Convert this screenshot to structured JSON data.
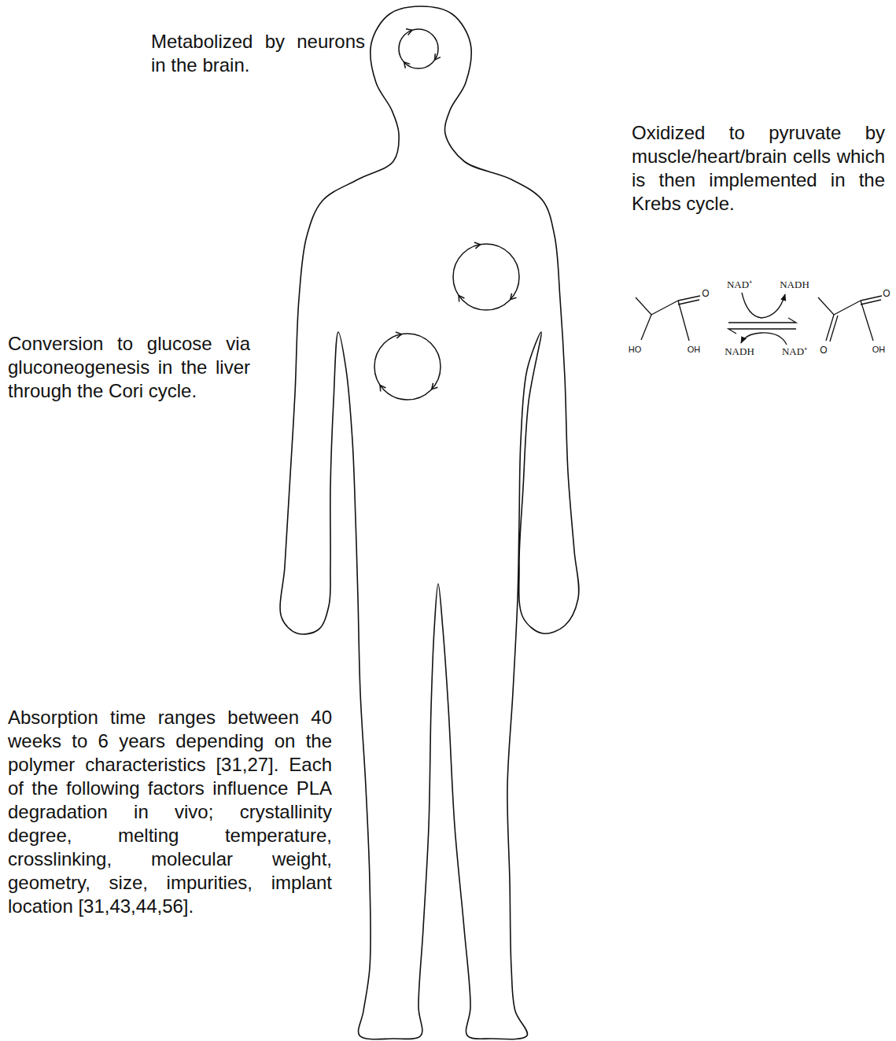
{
  "diagram": {
    "labels": [
      "Metabolized by neurons in the brain.",
      "Oxidized to pyruvate by muscle/heart/brain cells which is then implemented in the Krebs cycle.",
      "Conversion to glucose via gluconeogenesis in the liver through the Cori cycle.",
      "Absorption time ranges between 40 weeks to 6 years depending on the polymer characteristics [31,27]. Each of the following factors influence PLA degradation in vivo; crystallinity degree, melting temperature, crosslinking, molecular weight, geometry, size, impurities, implant location [31,43,44,56].",
      "NAD⁺",
      "NADH",
      "NADH",
      "NAD⁺",
      "O",
      "HO",
      "OH",
      "O",
      "O",
      "OH"
    ]
  }
}
